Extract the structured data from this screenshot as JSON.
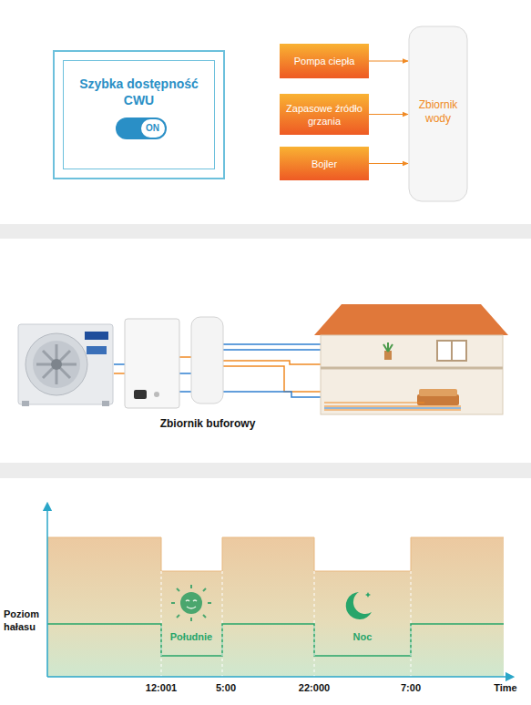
{
  "diagram": {
    "nodes": [
      {
        "text": [
          "Szybka dostępność CWU"
        ]
      },
      {
        "text": [
          "ON"
        ],
        "in": 0
      },
      {
        "text": [
          "Pompa ciepła"
        ]
      },
      {
        "text": [
          "Zapasowe źródło grzania"
        ]
      },
      {
        "text": [
          "Bojler"
        ]
      },
      {
        "text": [
          "Zbiornik wody"
        ]
      }
    ],
    "edges": [
      {
        "from": 2,
        "to": 5,
        "arrow": "to"
      },
      {
        "from": 3,
        "to": 5,
        "arrow": "to"
      },
      {
        "from": 4,
        "to": 5,
        "arrow": "to"
      }
    ],
    "labels": [
      "Zbiornik buforowy",
      "Poziom hałasu",
      "Południe",
      "Noc",
      "12:001",
      "5:00",
      "22:000",
      "7:00",
      "Time"
    ]
  }
}
